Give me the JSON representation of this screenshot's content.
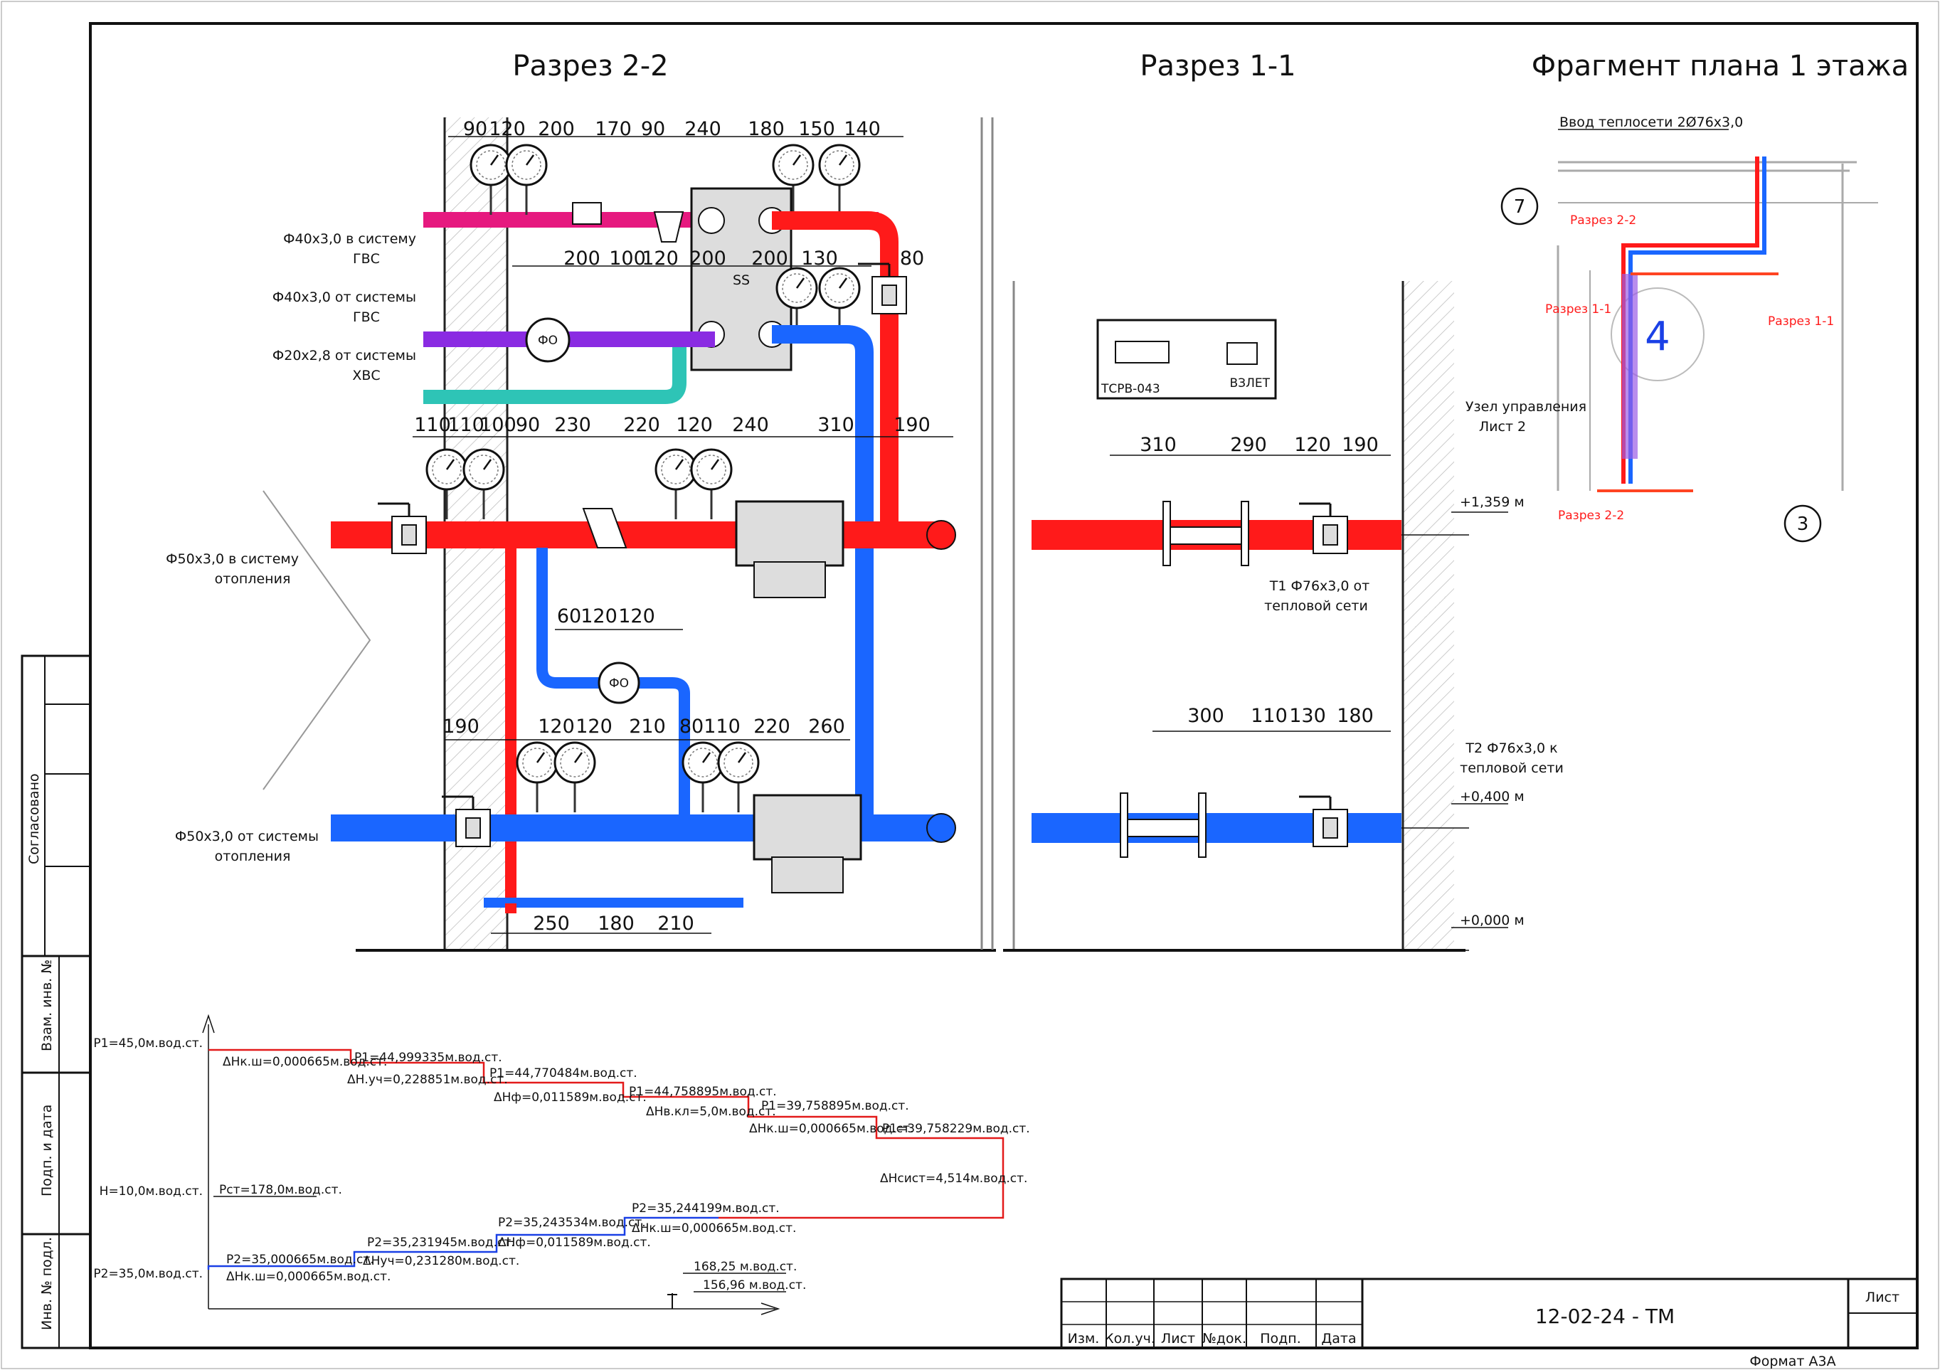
{
  "format": "Формат А3А",
  "titles": {
    "section_2_2": "Разрез 2-2",
    "section_1_1": "Разрез 1-1",
    "plan": "Фрагмент плана 1 этажа"
  },
  "side_stamp": {
    "agreed": "Согласовано",
    "inv_replace": "Взам. инв. №",
    "sign_date": "Подп. и дата",
    "inv_orig": "Инв. № подл."
  },
  "title_block": {
    "code": "12-02-24 - ТМ",
    "sheet_label": "Лист",
    "columns": [
      "Изм.",
      "Кол.уч.",
      "Лист",
      "№док.",
      "Подп.",
      "Дата"
    ]
  },
  "section_2_2": {
    "dims_row1": [
      "90",
      "120",
      "200",
      "170",
      "90",
      "240",
      "180",
      "150",
      "140"
    ],
    "dims_row2": [
      "200",
      "100",
      "120",
      "200",
      "200",
      "130"
    ],
    "dim_80": "80",
    "dims_row3": [
      "110",
      "110",
      "100",
      "90",
      "230",
      "220",
      "120",
      "240",
      "310",
      "190"
    ],
    "dims_pump": [
      "60",
      "120",
      "120"
    ],
    "dims_row4_left": "190",
    "dims_row4": [
      "120",
      "120",
      "210",
      "80",
      "110",
      "220",
      "260"
    ],
    "dims_bottom": [
      "250",
      "180",
      "210"
    ],
    "labels": {
      "gvs_to": [
        "Ф40х3,0 в систему",
        "ГВС"
      ],
      "gvs_from": [
        "Ф40х3,0 от системы",
        "ГВС"
      ],
      "hvs_from": [
        "Ф20х2,8 от системы",
        "ХВС"
      ],
      "heat_to": [
        "Ф50х3,0 в систему",
        "отопления"
      ],
      "heat_from": [
        "Ф50х3,0 от системы",
        "отопления"
      ]
    }
  },
  "section_1_1": {
    "dims_top": [
      "310",
      "290",
      "120",
      "190"
    ],
    "dims_bottom": [
      "300",
      "110",
      "130",
      "180"
    ],
    "device_label": "ТСРВ-043",
    "device_brand": "ВЗЛЕТ",
    "t1": [
      "Т1 Ф76х3,0 от",
      "тепловой сети"
    ],
    "t2": [
      "Т2 Ф76х3,0 к",
      "тепловой сети"
    ],
    "elev_1": "+1,359 м",
    "elev_2": "+0,400 м",
    "elev_0": "+0,000 м"
  },
  "plan": {
    "inlet": "Ввод теплосети 2Ø76х3,0",
    "axis_7": "7",
    "axis_3": "3",
    "room": "4",
    "cut_2_2_top": "Разрез 2-2",
    "cut_1_1_left": "Разрез 1-1",
    "cut_1_1_right": "Разрез 1-1",
    "cut_2_2_bottom": "Разрез 2-2",
    "node": [
      "Узел управления",
      "Лист 2"
    ]
  },
  "pressure": {
    "p1": "Р1=45,0м.вод.ст.",
    "h": "Н=10,0м.вод.ст.",
    "p2": "Р2=35,0м.вод.ст.",
    "pst": "Рст=178,0м.вод.ст.",
    "red_steps": [
      {
        "p": "Р1=44,999335м.вод.ст.",
        "dh": "ΔНк.ш=0,000665м.вод.ст."
      },
      {
        "p": "Р1=44,770484м.вод.ст.",
        "dh": "ΔН.уч=0,228851м.вод.ст."
      },
      {
        "p": "Р1=44,758895м.вод.ст.",
        "dh": "ΔНф=0,011589м.вод.ст."
      },
      {
        "p": "Р1=39,758895м.вод.ст.",
        "dh": "ΔНв.кл=5,0м.вод.ст."
      },
      {
        "p": "Р1=39,758229м.вод.ст.",
        "dh": "ΔНк.ш=0,000665м.вод.ст."
      }
    ],
    "dh_system": "ΔНсист=4,514м.вод.ст.",
    "blue_steps": [
      {
        "p": "Р2=35,000665м.вод.ст.",
        "dh": "ΔНк.ш=0,000665м.вод.ст."
      },
      {
        "p": "Р2=35,231945м.вод.ст.",
        "dh": "ΔНуч=0,231280м.вод.ст."
      },
      {
        "p": "Р2=35,243534м.вод.ст.",
        "dh": "ΔНф=0,011589м.вод.ст."
      },
      {
        "p": "Р2=35,244199м.вод.ст.",
        "dh": "ΔНк.ш=0,000665м.вод.ст."
      }
    ],
    "level_top": "168,25 м.вод.ст.",
    "level_bottom": "156,96 м.вод.ст."
  },
  "colors": {
    "supply": "#ff1a1a",
    "return": "#1a66ff",
    "gvs": "#e6197f",
    "gvs_return": "#8a2be2",
    "hvs": "#2ec4b6"
  }
}
